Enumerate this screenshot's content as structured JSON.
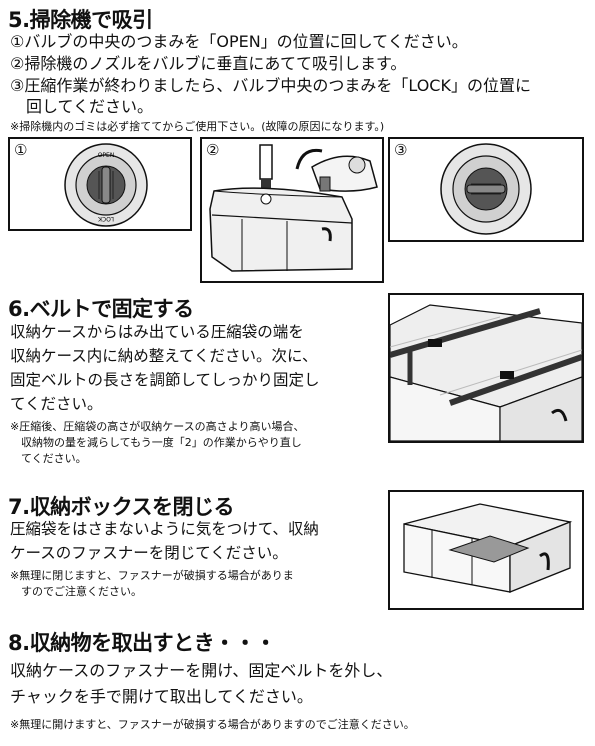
{
  "s5": {
    "title": "5.掃除機で吸引",
    "steps": [
      "①バルブの中央のつまみを「OPEN」の位置に回してください。",
      "②掃除機のノズルをバルブに垂直にあてて吸引します。",
      "③圧縮作業が終わりましたら、バルブ中央のつまみを「LOCK」の位置に",
      "　回してください。"
    ],
    "note": "※掃除機内のゴミは必ず捨ててからご使用下さい。(故障の原因になります。)",
    "panels": [
      "①",
      "②",
      "③"
    ],
    "valve_labels": {
      "open": "OPEN",
      "lock": "LOCK"
    }
  },
  "s6": {
    "title": "6.ベルトで固定する",
    "lines": [
      "収納ケースからはみ出ている圧縮袋の端を",
      "収納ケース内に納め整えてください。次に、",
      "固定ベルトの長さを調節してしっかり固定し",
      "てください。"
    ],
    "notes": [
      "※圧縮後、圧縮袋の高さが収納ケースの高さより高い場合、",
      "　収納物の量を減らしてもう一度「2」の作業からやり直し",
      "　てください。"
    ]
  },
  "s7": {
    "title": "7.収納ボックスを閉じる",
    "lines": [
      "圧縮袋をはさまないように気をつけて、収納",
      "ケースのファスナーを閉じてください。"
    ],
    "notes": [
      "※無理に閉じますと、ファスナーが破損する場合がありま",
      "　すのでご注意ください。"
    ]
  },
  "s8": {
    "title": "8.収納物を取出すとき・・・",
    "lines": [
      "収納ケースのファスナーを開け、固定ベルトを外し、",
      "チャックを手で開けて取出してください。"
    ],
    "note": "※無理に開けますと、ファスナーが破損する場合がありますのでご注意ください。"
  }
}
